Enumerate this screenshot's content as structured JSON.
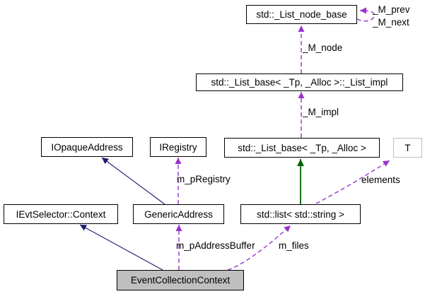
{
  "diagram": {
    "nodes": {
      "list_node_base": {
        "label": "std::_List_node_base"
      },
      "list_impl": {
        "label": "std::_List_base< _Tp, _Alloc >::_List_impl"
      },
      "iopaque_address": {
        "label": "IOpaqueAddress"
      },
      "iregistry": {
        "label": "IRegistry"
      },
      "list_base": {
        "label": "std::_List_base< _Tp, _Alloc >"
      },
      "template_t": {
        "label": "T"
      },
      "ievtselector_context": {
        "label": "IEvtSelector::Context"
      },
      "generic_address": {
        "label": "GenericAddress"
      },
      "std_list_string": {
        "label": "std::list< std::string >"
      },
      "event_collection_context": {
        "label": "EventCollectionContext"
      }
    },
    "edge_labels": {
      "m_prev": "_M_prev",
      "m_next": "_M_next",
      "m_node": "_M_node",
      "m_impl": "_M_impl",
      "m_pregistry": "m_pRegistry",
      "elements": "elements",
      "m_paddressbuffer": "m_pAddressBuffer",
      "m_files": "m_files"
    },
    "colors": {
      "usage_edge": "#9a32cd",
      "public_inheritance_edge": "#191970",
      "protected_inheritance_edge": "#006400",
      "node_fill": "#ffffff",
      "node_border": "#000000",
      "current_node_fill": "#bfbfbf",
      "template_node_border": "#bebebe",
      "text": "#000000",
      "background": "#ffffff"
    }
  }
}
